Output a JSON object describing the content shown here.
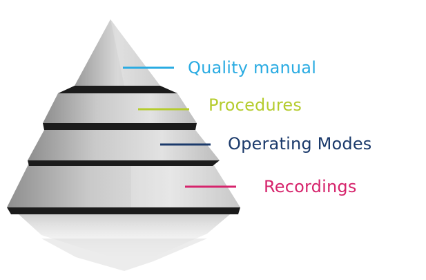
{
  "diagram": {
    "levels": [
      {
        "label": "Quality manual",
        "color": "#29abe2"
      },
      {
        "label": "Procedures",
        "color": "#b5cc2e"
      },
      {
        "label": "Operating Modes",
        "color": "#1b3a6b"
      },
      {
        "label": "Recordings",
        "color": "#d6246c"
      }
    ]
  }
}
